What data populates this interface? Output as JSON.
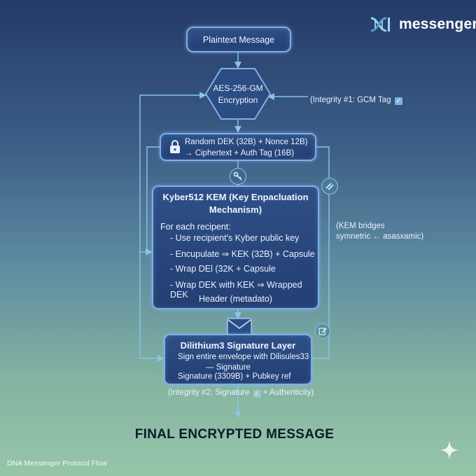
{
  "brand": {
    "name": "messenger"
  },
  "nodes": {
    "plaintext": "Plaintext Message",
    "aes_line1": "AES-256-GM",
    "aes_line2": "Encryption",
    "dek_line1": "Random DEK (32B) + Nonce 12B)",
    "dek_line2": "→ Ciphertext + Auth Tag (16B)",
    "kyber_title_line1": "Kyber512 KEM (Key Enpacluation",
    "kyber_title_line2": "Mechanism)",
    "kyber_intro": "For each recipent:",
    "kyber_steps": [
      "- Use recipient's Kyber public key",
      "- Encupulate ⇒ KEK (32B) + Capsule",
      "- Wrap DEl (32K + Capsule",
      "- Wrap DEK with KEK ⇒ Wrapped DEK"
    ],
    "kyber_footer": "Header (metadato)",
    "dil_title": "Dilithium3 Signature Layer",
    "dil_line1": "Sign entire envelope with Dilisules33",
    "dil_line2": "— Signature",
    "dil_line3": "Signature (3309B) + Pubkey ref"
  },
  "notes": {
    "integrity1": "(Integrity #1: GCM Tag",
    "kem_bridge_line1": "(KEM bridges",
    "kem_bridge_line2": "symnetric ← asasxamic)",
    "integrity2_a": "(Integrity #2: Signature",
    "integrity2_b": "+ Authenticity)"
  },
  "final_label": "FINAL ENCRYPTED MESSAGE",
  "footer": "DNA Messenger Protocol Flow",
  "icons": [
    "dna-logo-icon",
    "lock-icon",
    "key-icon",
    "link-icon",
    "envelope-icon",
    "edit-icon",
    "check-icon",
    "sparkle-icon"
  ],
  "colors": {
    "node_border": "#7fb0e6",
    "node_fill": "#2a4a80",
    "connector": "#8cc4e8"
  }
}
